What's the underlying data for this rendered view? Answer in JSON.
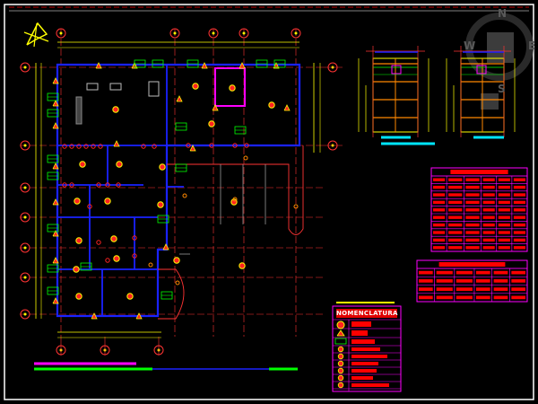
{
  "compass": {
    "north": "N",
    "west": "W",
    "east": "E",
    "south": "S"
  },
  "nomenclature": {
    "title": "NOMENCLATURA"
  },
  "colors": {
    "background": "#000000",
    "frame": "#ffffff",
    "walls": "#1a22ff",
    "axes": "#ff3333",
    "dimensions": "#ffff00",
    "fixtures": "#ff2222",
    "cyan": "#00e5ff",
    "magenta": "#ff00ff",
    "green": "#00ff00",
    "table_border": "#ff00ff",
    "table_cell": "#ff0000"
  },
  "icons": [
    "north-arrow-icon",
    "compass-rose-icon",
    "lamp-symbol-icon",
    "outlet-symbol-icon",
    "panel-symbol-icon"
  ]
}
